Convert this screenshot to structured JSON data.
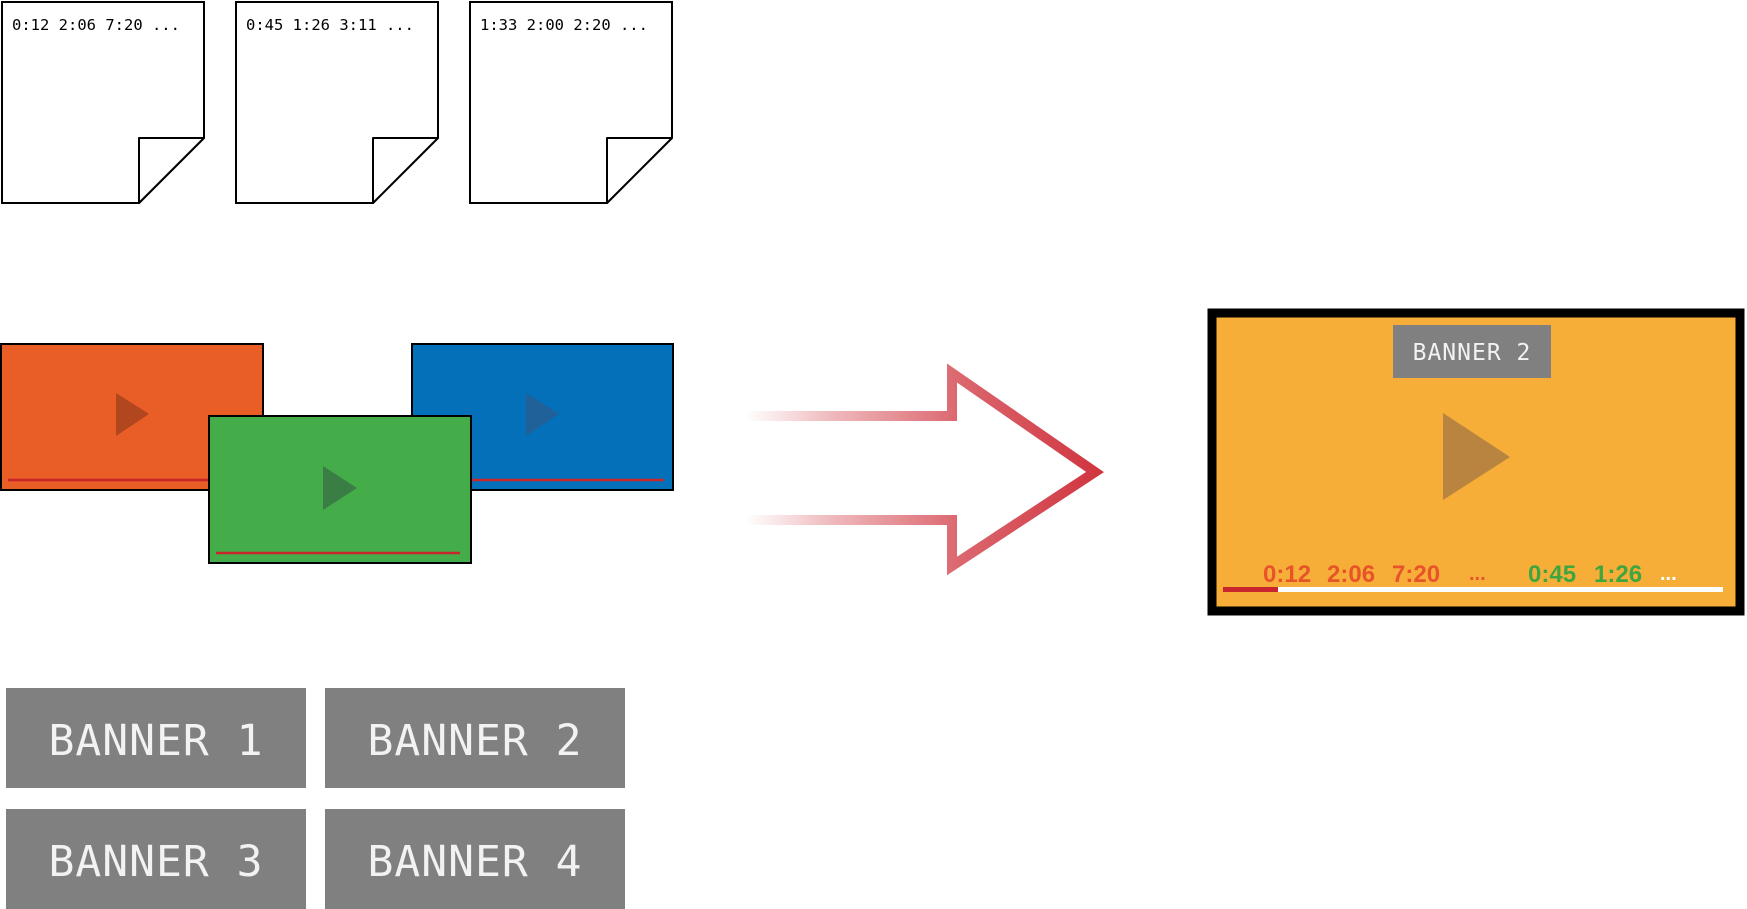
{
  "documents": [
    {
      "text": "0:12 2:06 7:20 ..."
    },
    {
      "text": "0:45 1:26 3:11 ..."
    },
    {
      "text": "1:33 2:00 2:20 ..."
    }
  ],
  "videos": [
    {
      "color": "#e95d27",
      "icon": "play-icon"
    },
    {
      "color": "#0470b9",
      "icon": "play-icon"
    },
    {
      "color": "#44ad4a",
      "icon": "play-icon"
    }
  ],
  "banners": [
    {
      "label": "BANNER 1"
    },
    {
      "label": "BANNER 2"
    },
    {
      "label": "BANNER 3"
    },
    {
      "label": "BANNER 4"
    }
  ],
  "arrow": {
    "icon": "right-arrow-icon",
    "color": "#d0353f"
  },
  "player": {
    "background": "#f6ae39",
    "banner_label": "BANNER 2",
    "progress": 0.11,
    "timestamps": [
      {
        "text": "0:12",
        "color": "#e8542a"
      },
      {
        "text": "2:06",
        "color": "#e8542a"
      },
      {
        "text": "7:20",
        "color": "#e8542a"
      },
      {
        "text": "...",
        "color": "#e8542a"
      },
      {
        "text": "0:45",
        "color": "#3fa53f"
      },
      {
        "text": "1:26",
        "color": "#3fa53f"
      },
      {
        "text": "...",
        "color": "#ffffff"
      }
    ]
  }
}
